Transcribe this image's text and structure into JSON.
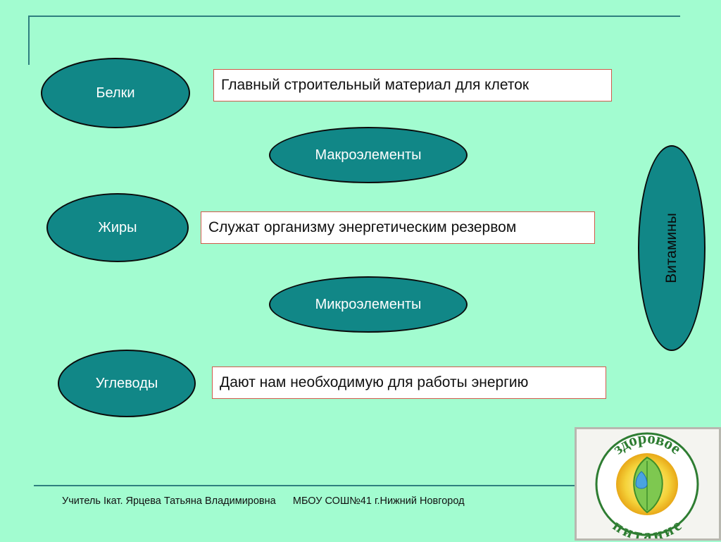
{
  "ellipses": {
    "belki": "Белки",
    "zhiry": "Жиры",
    "uglevody": "Углеводы",
    "macro": "Макроэлементы",
    "micro": "Микроэлементы",
    "vitamins": "Витамины"
  },
  "boxes": {
    "belki_desc": "Главный строительный материал для клеток",
    "zhiry_desc": "Служат организму энергетическим резервом",
    "uglevody_desc": "Дают нам необходимую для работы энергию"
  },
  "footer": {
    "teacher": "Учитель Iкат. Ярцева Татьяна Владимировна",
    "school": "МБОУ СОШ№41 г.Нижний Новгород"
  },
  "logo": {
    "text_top": "здоровое",
    "text_bottom": "питание"
  },
  "colors": {
    "background": "#a2fcd0",
    "ellipse_fill": "#118787",
    "box_border": "#d05a4a"
  }
}
